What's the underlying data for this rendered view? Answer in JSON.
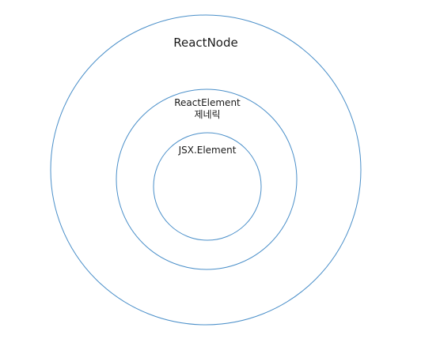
{
  "diagram": {
    "stroke_color": "#4a8fc9",
    "text_color": "#1a1a1a",
    "outer": {
      "label": "ReactNode"
    },
    "middle": {
      "label": "ReactElement",
      "sublabel": "제네릭"
    },
    "inner": {
      "label": "JSX.Element"
    }
  }
}
